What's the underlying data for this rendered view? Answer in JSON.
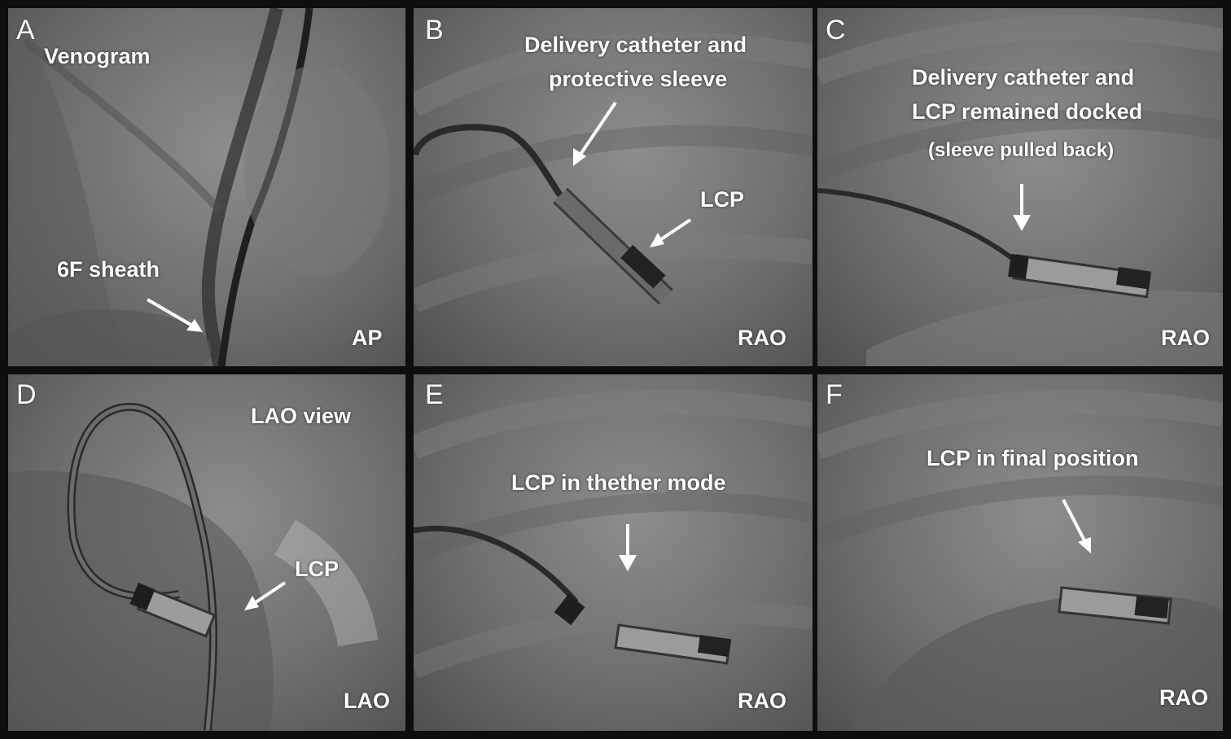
{
  "panels": {
    "a": {
      "letter": "A",
      "labels": [
        "Venogram",
        "6F sheath"
      ],
      "view": "AP"
    },
    "b": {
      "letter": "B",
      "labels": [
        "Delivery catheter and",
        "protective sleeve",
        "LCP"
      ],
      "view": "RAO"
    },
    "c": {
      "letter": "C",
      "labels": [
        "Delivery catheter and",
        "LCP remained docked",
        "(sleeve pulled back)"
      ],
      "view": "RAO"
    },
    "d": {
      "letter": "D",
      "labels": [
        "LAO view",
        "LCP"
      ],
      "view": "LAO"
    },
    "e": {
      "letter": "E",
      "labels": [
        "LCP in thether mode"
      ],
      "view": "RAO"
    },
    "f": {
      "letter": "F",
      "labels": [
        "LCP in final position"
      ],
      "view": "RAO"
    }
  },
  "colors": {
    "border": "#0e0e0e",
    "text": "#ffffff",
    "arrow": "#ffffff"
  }
}
